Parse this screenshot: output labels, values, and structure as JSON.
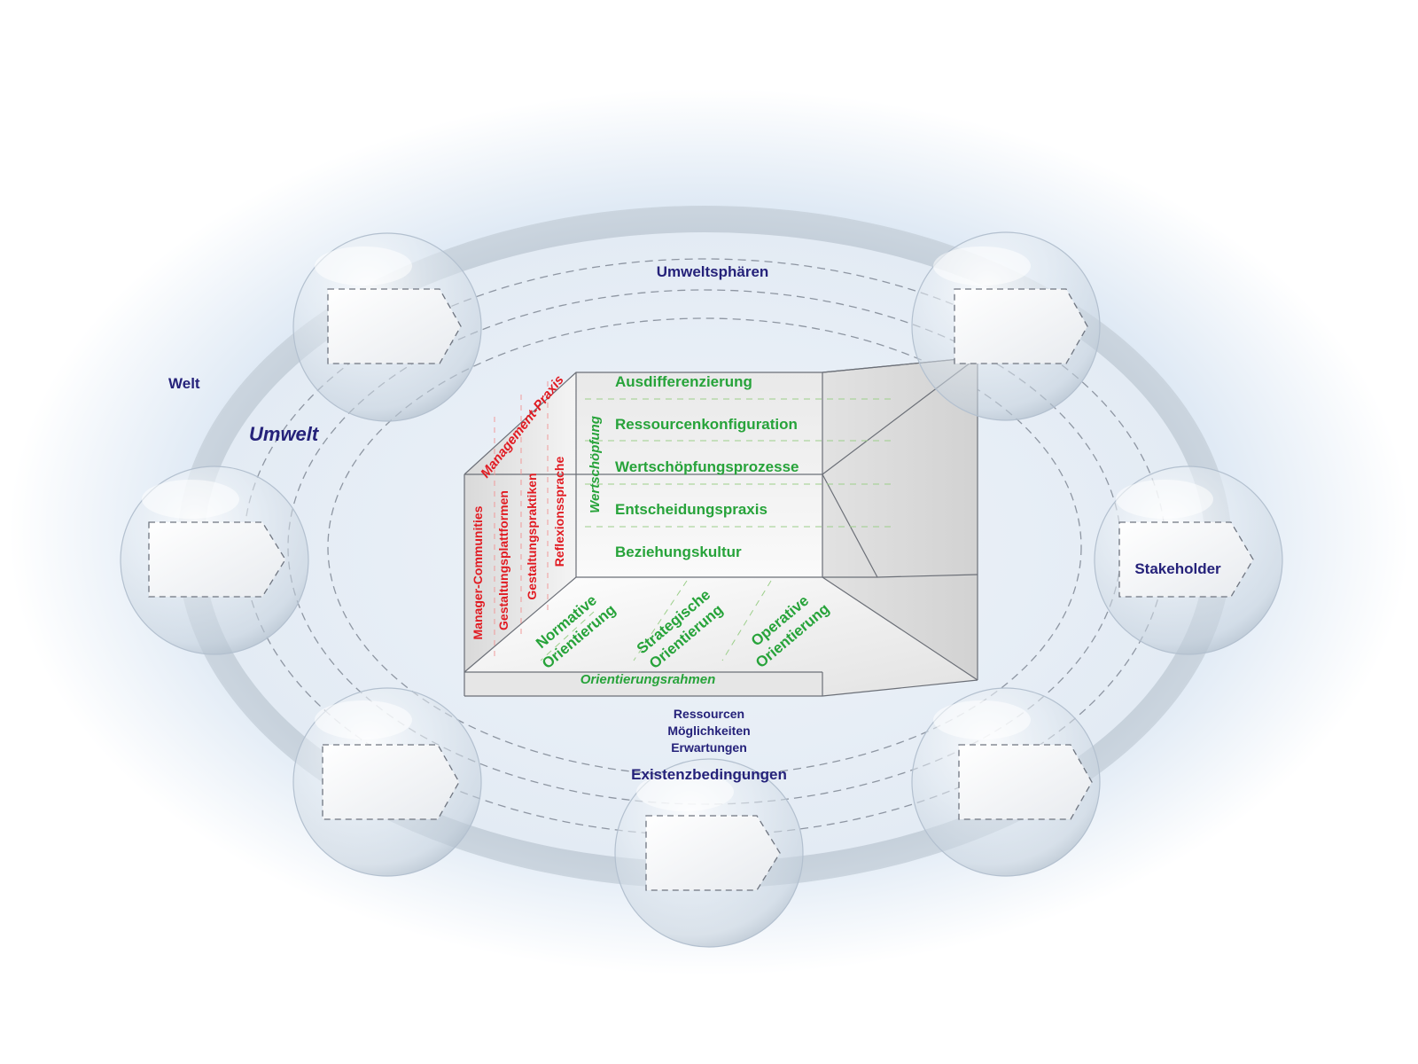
{
  "labels": {
    "welt": "Welt",
    "umwelt": "Umwelt",
    "umweltsphaeren": "Umweltsphären",
    "stakeholder": "Stakeholder",
    "ressourcen": "Ressourcen",
    "moeglichkeiten": "Möglichkeiten",
    "erwartungen": "Erwartungen",
    "existenzbedingungen": "Existenzbedingungen"
  },
  "management": {
    "header": "Management-Praxis",
    "items": [
      "Manager-Communities",
      "Gestaltungsplattformen",
      "Gestaltungspraktiken",
      "Reflexionssprache"
    ]
  },
  "wertschoepfung": {
    "header": "Wertschöpfung",
    "items": [
      "Ausdifferenzierung",
      "Ressourcenkonfiguration",
      "Wertschöpfungsprozesse",
      "Entscheidungspraxis",
      "Beziehungskultur"
    ]
  },
  "orientierung": {
    "header": "Orientierungsrahmen",
    "items": [
      {
        "line1": "Normative",
        "line2": "Orientierung"
      },
      {
        "line1": "Strategische",
        "line2": "Orientierung"
      },
      {
        "line1": "Operative",
        "line2": "Orientierung"
      }
    ]
  },
  "colors": {
    "blue_text": "#25227a",
    "green_text": "#27a33a",
    "red_text": "#e11b22",
    "ring": "#b9c4cf",
    "halo": "#dce8f4"
  }
}
